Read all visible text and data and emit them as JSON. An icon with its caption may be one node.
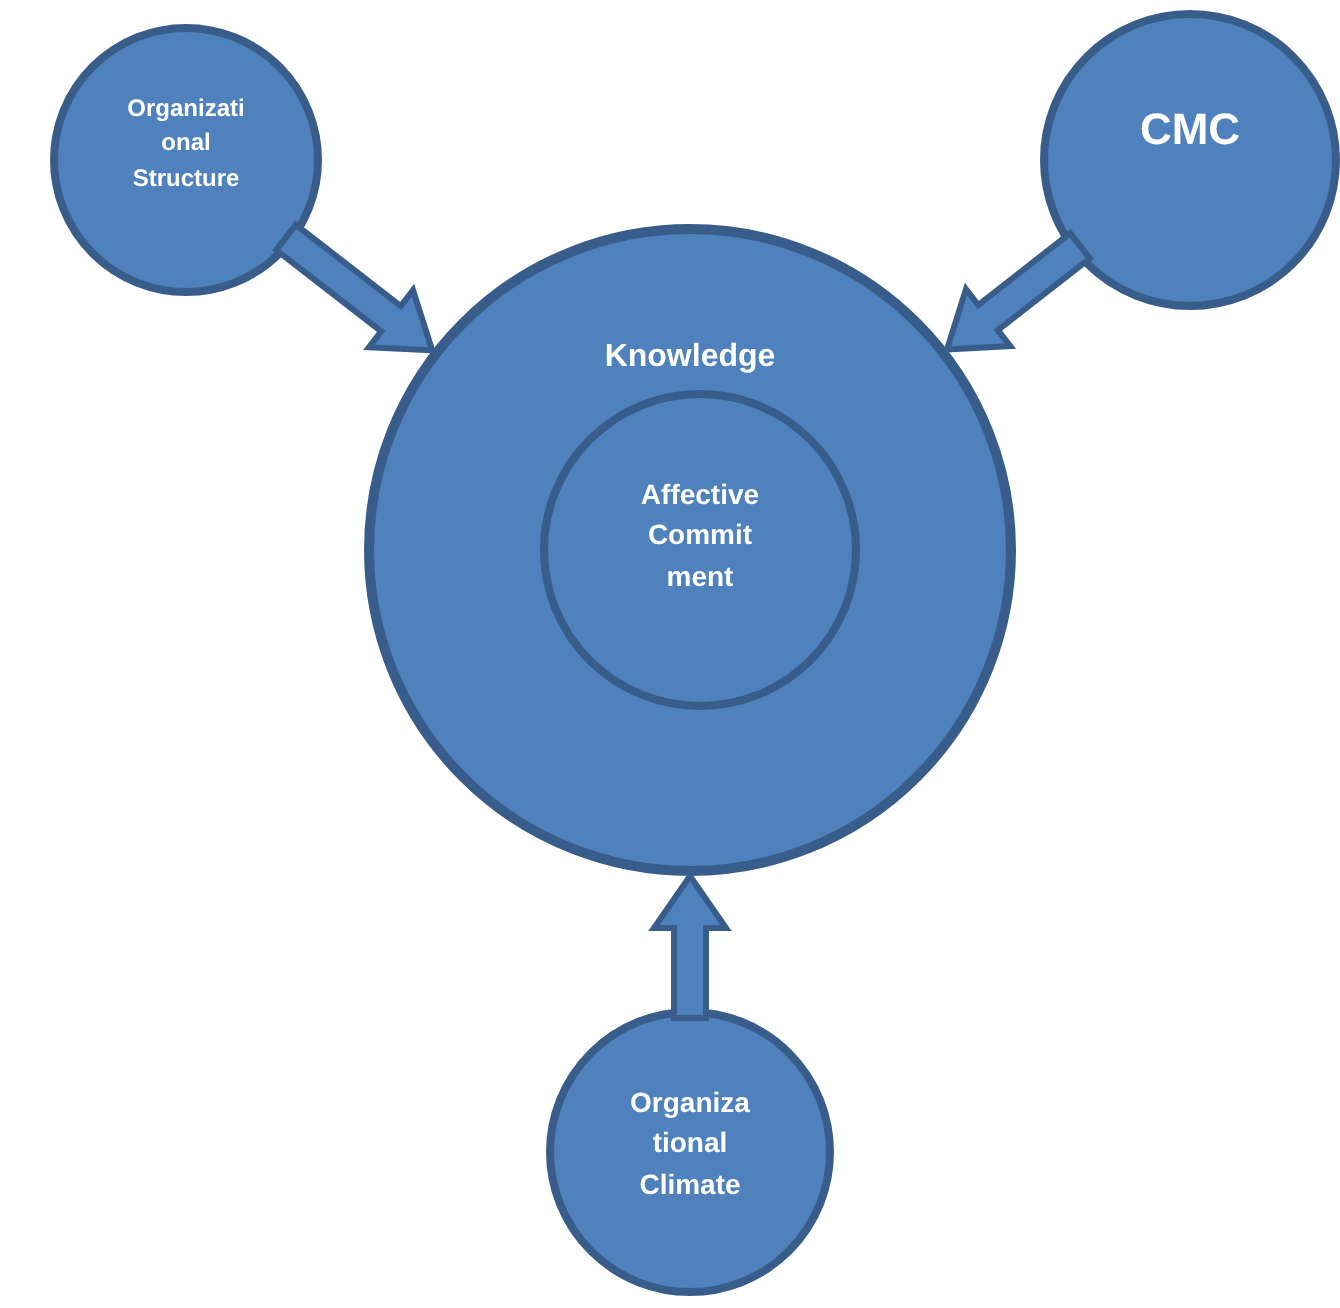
{
  "diagram": {
    "nodes": [
      {
        "text": [
          "Organizati onal Structure"
        ]
      },
      {
        "text": [
          "CMC"
        ]
      },
      {
        "text": [
          "Knowledge"
        ]
      },
      {
        "text": [
          "Affective Commit ment"
        ],
        "in": 2
      },
      {
        "text": [
          "Organiza tional Climate"
        ]
      }
    ],
    "edges": [
      {
        "from": 0,
        "to": 2,
        "arrow": "to",
        "style": "thick"
      },
      {
        "from": 1,
        "to": 2,
        "arrow": "to",
        "style": "thick"
      },
      {
        "from": 4,
        "to": 2,
        "arrow": "to",
        "style": "thick"
      }
    ]
  }
}
